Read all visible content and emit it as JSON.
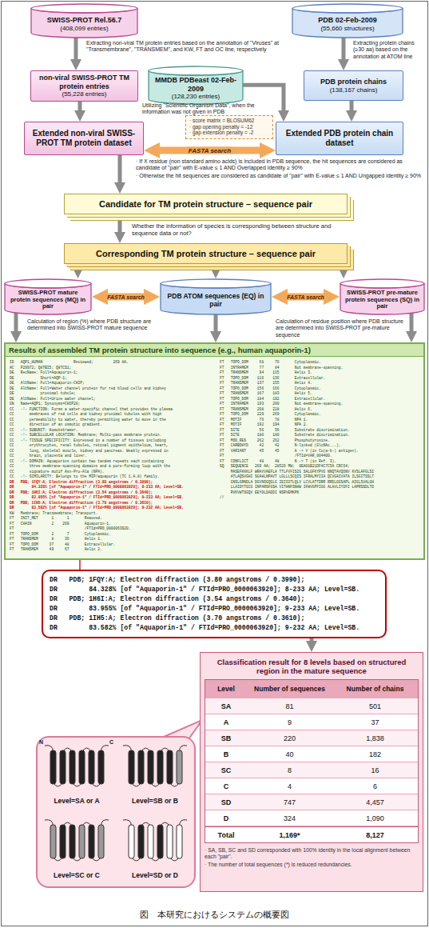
{
  "diagram": {
    "caption": "図　本研究におけるシステムの概要図",
    "nodes": [
      {
        "text": [
          "SWISS-PROT Rel.56.7",
          "(408,099 entries)"
        ]
      },
      {
        "text": [
          "PDB 02-Feb-2009",
          "(55,660 structures)"
        ]
      },
      {
        "text": [
          "non-viral SWISS-PROT TM protein entries",
          "(55,228 entries)"
        ]
      },
      {
        "text": [
          "MMDB PDBeast 02-Feb-2009",
          "(128,230 entries)"
        ]
      },
      {
        "text": [
          "PDB protein chains",
          "(138,167 chains)"
        ]
      },
      {
        "text": [
          "Extended non-viral SWISS-PROT TM protein dataset"
        ]
      },
      {
        "text": [
          "· score matrix = BLOSUM62",
          "· gap opening penalty = -12",
          "· gap extension penalty = -2"
        ]
      },
      {
        "text": [
          "Extended PDB protein chain dataset"
        ]
      },
      {
        "text": [
          "Candidate for TM protein structure – sequence pair"
        ]
      },
      {
        "text": [
          "Corresponding TM protein structure – sequence pair"
        ]
      },
      {
        "text": [
          "SWISS-PROT mature protein sequences (MQ) in pair"
        ]
      },
      {
        "text": [
          "PDB ATOM sequences (EQ) in pair"
        ]
      },
      {
        "text": [
          "SWISS-PROT pre-mature protein sequences (SQ) in pair"
        ]
      },
      {
        "text": [
          "Results of assembled TM protein structure into sequence (e.g., human aquaporin-1)"
        ]
      },
      {
        "text": [
          "DR   PDB; 1FQY:A; Electron diffraction (3.80 angstroms / 0.3990);",
          "DR        84.328% [of \"Aquaporin-1\" / FTId=PRO_0000063920]; 8-233 AA; Level=SB.",
          "DR   PDB; 1H6I:A; Electron diffraction (3.54 angstroms / 0.3640);",
          "DR        83.955% [of \"Aquaporin-1\" / FTId=PRO_0000063920]; 9-233 AA; Level=SB.",
          "DR   PDB; 1IH5:A; Electron diffraction (3.70 angstroms / 0.3610);",
          "DR        83.582% [of \"Aquaporin-1\" / FTId=PRO_0000063920]; 9-232 AA; Level=SB."
        ]
      },
      {
        "text": [
          "Classification result for 8 levels based on structured region in the mature sequence"
        ]
      },
      {
        "text": [
          "Level=SA or A",
          "Level=SB or B",
          "Level=SC or C",
          "Level=SD or D"
        ]
      }
    ],
    "edges": [
      {
        "from": 0,
        "to": 2,
        "arrow": "to"
      },
      {
        "from": 1,
        "to": 4,
        "arrow": "to"
      },
      {
        "from": 3,
        "to": 7,
        "arrow": "to"
      },
      {
        "from": 2,
        "to": 5,
        "arrow": "to"
      },
      {
        "from": 4,
        "to": 7,
        "arrow": "to"
      },
      {
        "from": 5,
        "to": 7,
        "arrow": "both",
        "label": "FASTA search"
      },
      {
        "from": 5,
        "to": 8,
        "arrow": "to"
      },
      {
        "from": 8,
        "to": 9,
        "arrow": "to"
      },
      {
        "from": 9,
        "to": 10,
        "arrow": "to"
      },
      {
        "from": 9,
        "to": 11,
        "arrow": "to"
      },
      {
        "from": 9,
        "to": 12,
        "arrow": "to"
      },
      {
        "from": 10,
        "to": 11,
        "arrow": "both",
        "label": "FASTA search"
      },
      {
        "from": 11,
        "to": 12,
        "arrow": "both",
        "label": "FASTA search"
      },
      {
        "from": 10,
        "to": 13,
        "arrow": "to"
      },
      {
        "from": 11,
        "to": 13,
        "arrow": "to"
      },
      {
        "from": 12,
        "to": 13,
        "arrow": "to"
      },
      {
        "from": 13,
        "to": 14,
        "arrow": "none"
      },
      {
        "from": 14,
        "to": 15,
        "arrow": "to"
      }
    ],
    "labels": [
      "Extracting non-viral TM protein entries based on the annotation of \"Viruses\" at \"Transmembrane\", \"TRANSMEM\", and KW, FT and OC line, respectively",
      "Extracting protein chains (≥30 aa) based on the annotation at ATOM line",
      "Utilizing \"Scientific Organism Data\", when the information was not given in PDB",
      "· If X residue (non standard amino acids) is included in PDB sequence, the hit sequences are considered as candidate of \"pair\" with E-value ≤ 1 AND Overlapped identity ≥ 90%",
      "· Otherwise the hit sequences are considered as candidate of \"pair\" with E-value ≤ 1 AND Ungapped identity ≥ 90%",
      "Whether the information of species is corresponding between structure and sequence data or not?",
      "Calculation of region (%) where PDB structure are determined into SWISS-PROT mature sequence",
      "Calculation of residue position where PDB structure are determined into SWISS-PROT pre-mature sequence",
      "ID   AQP1_HUMAN              Reviewed;         269 AA.",
      "AC   P29972; Q8TBI5; Q8TCS1;",
      "DE   RecName: Full=Aquaporin-1;",
      "DE            Short=AQP-1;",
      "DE   AltName: Full=Aquaporin-CHIP;",
      "DE   AltName: Full=Water channel protein for red blood cells and kidney",
      "DE            proximal tubule;",
      "DE   AltName: Full=Urine water channel;",
      "GN   Name=AQP1; Synonyms=CHIP28;",
      "CC   -!- FUNCTION: Forms a water-specific channel that provides the plasma",
      "CC       membranes of red cells and kidney proximal tubules with high",
      "CC       permeability to water, thereby permitting water to move in the",
      "CC       direction of an osmotic gradient.",
      "CC   -!- SUBUNIT: Homotetramer.",
      "CC   -!- SUBCELLULAR LOCATION: Membrane; Multi-pass membrane protein.",
      "CC   -!- TISSUE SPECIFICITY: Expressed in a number of tissues including",
      "CC       erythrocytes, renal tubules, retinal pigment epithelium, heart,",
      "CC       lung, skeletal muscle, kidney and pancreas. Weakly expressed in",
      "CC       brain, placenta and liver.",
      "CC   -!- DOMAIN: Aquaporins contain two tandem repeats each containing",
      "CC       three membrane-spanning domains and a pore-forming loop with the",
      "CC       signature motif Asn-Pro-Ala (NPA).",
      "CC   -!- SIMILARITY: Belongs to the MIP/aquaporin (TC 1.A.8) family.",
      "DR   PDB; 1FQY:A; Electron diffraction (3.80 angstroms / 0.3990);",
      "DR        84.328% [of \"Aquaporin-1\" / FTId=PRO_0000063920]; 8-233 AA; Level=SB.",
      "DR   PDB; 1H6I:A; Electron diffraction (3.54 angstroms / 0.3640);",
      "DR        83.955% [of \"Aquaporin-1\" / FTId=PRO_0000063920]; 9-233 AA; Level=SB.",
      "DR   PDB; 1IH5:A; Electron diffraction (3.70 angstroms / 0.3610);",
      "DR        83.582% [of \"Aquaporin-1\" / FTId=PRO_0000063920]; 9-232 AA; Level=SB.",
      "KW   Membrane; Transmembrane; Transport.",
      "FT   INIT_MET      1      1       Removed.",
      "FT   CHAIN         2    269       Aquaporin-1.",
      "FT                                /FTId=PRO_0000063920.",
      "FT   TOPO_DOM      2      7       Cytoplasmic.",
      "FT   TRANSMEM      8     36       Helix 1.",
      "FT   TOPO_DOM     37     48       Extracellular.",
      "FT   TRANSMEM     49     67       Helix 2.",
      "FT   TOPO_DOM     68     76       Cytoplasmic.",
      "FT   INTRAMEM     77     84       Not membrane-spanning.",
      "FT   TRANSMEM     94    115       Helix 3.",
      "FT   TOPO_DOM    116    136       Extracellular.",
      "FT   TRANSMEM    137    155       Helix 4.",
      "FT   TOPO_DOM    156    166       Cytoplasmic.",
      "FT   TRANSMEM    167    183       Helix 5.",
      "FT   TOPO_DOM    184    192       Extracellular.",
      "FT   INTRAMEM    193    200       Not membrane-spanning.",
      "FT   TRANSMEM    208    228       Helix 6.",
      "FT   TOPO_DOM    229    269       Cytoplasmic.",
      "FT   MOTIF        76     78       NPA 1.",
      "FT   MOTIF       192    194       NPA 2.",
      "FT   SITE         56     56       Substrate discrimination.",
      "FT   SITE        180    180       Substrate discrimination.",
      "FT   MOD_RES     262    262       Phosphotyrosine.",
      "FT   CARBOHYD     42     42       N-linked (GlcNAc...).",
      "FT   VARIANT      45     45       A -> V (in Co(a-b-) antigen).",
      "FT                                /FTId=VAR_004400.",
      "FT   CONFLICT     48     48       N -> T (in Ref. 3).",
      "SQ   SEQUENCE   269 AA;  28526 MW;  0EA01B21DF4C7C5A CRC64;",
      "     MASEFKKKLF WRAVVAEFLA TTLFVFISIG SALGFKYPVG NNQTAVQDNV KVSLAFGLSI",
      "     ATLAQSVGHI SGAHLNPAVT LGLLLSCQIS IFRALMYIIA QCVGAIVATA ILSGITSSLT",
      "     GNSLGRNDLA DGVNSGQGLG IEIIGTLQLV LCVLATTDRR RRDLGGSAPL AIGLSVALGH",
      "     LLAIDYTGCG INPARSFGSA VITHNFSNHW IFWVGPFIGG ALAVLIYDFI LAPRSSDLTD",
      "     RVKVWTSGQV EEYDLDADDI NSRVEMKPK",
      "//",
      "Level",
      "Number of sequences",
      "Number of chains",
      "SA",
      "81",
      "501",
      "A",
      "9",
      "37",
      "SB",
      "220",
      "1,838",
      "B",
      "40",
      "182",
      "SC",
      "8",
      "16",
      "C",
      "4",
      "6",
      "SD",
      "747",
      "4,457",
      "D",
      "324",
      "1,090",
      "Total",
      "1,169*",
      "8,127",
      "· SA, SB, SC and SD corresponded with 100% identity in the local alignment between each \"pair\".",
      "· The number of total sequences (*) is reduced redundancies.",
      "N",
      "C"
    ]
  }
}
